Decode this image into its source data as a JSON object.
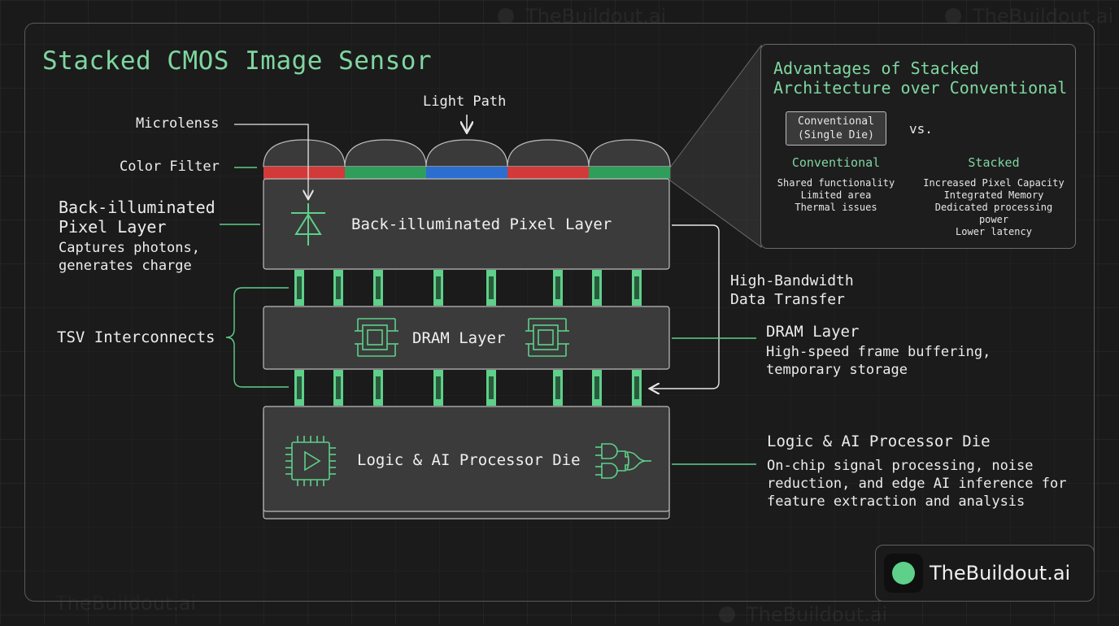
{
  "title": "Stacked CMOS Image Sensor",
  "watermark": "TheBuildout.ai",
  "labels": {
    "light_path": "Light Path",
    "microlens": "Microlenss",
    "color_filter": "Color Filter",
    "tsv": "TSV Interconnects",
    "bandwidth_line1": "High-Bandwidth",
    "bandwidth_line2": "Data Transfer"
  },
  "layers": {
    "pixel": "Back-illuminated Pixel Layer",
    "dram": "DRAM Layer",
    "logic": "Logic & AI Processor Die"
  },
  "callouts": {
    "pixel": {
      "title_line1": "Back-illuminated",
      "title_line2": "Pixel Layer",
      "desc_line1": "Captures photons,",
      "desc_line2": "generates charge"
    },
    "dram": {
      "title": "DRAM Layer",
      "desc_line1": "High-speed frame buffering,",
      "desc_line2": "temporary storage"
    },
    "logic": {
      "title": "Logic & AI Processor Die",
      "desc_line1": "On-chip signal processing, noise",
      "desc_line2": "reduction, and edge AI inference for",
      "desc_line3": "feature extraction and analysis"
    }
  },
  "advantages": {
    "title_line1": "Advantages of Stacked",
    "title_line2": "Architecture over Conventional",
    "conv_box_line1": "Conventional",
    "conv_box_line2": "(Single Die)",
    "vs": "vs.",
    "conventional": {
      "heading": "Conventional",
      "items": [
        "Shared functionality",
        "Limited area",
        "Thermal issues"
      ]
    },
    "stacked": {
      "heading": "Stacked",
      "items": [
        "Increased Pixel Capacity",
        "Integrated Memory",
        "Dedicated processing",
        "power",
        "Lower latency"
      ]
    }
  },
  "brand": "TheBuildout.ai",
  "colors": {
    "accent": "#5ed08a",
    "filter_red": "#d23a3a",
    "filter_green": "#2f9e5a",
    "filter_blue": "#2c6ed0",
    "layer_fill": "#3b3b3b"
  }
}
